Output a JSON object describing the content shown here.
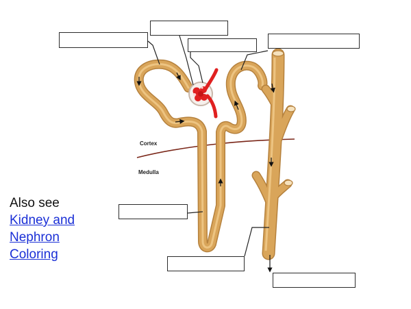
{
  "diagram": {
    "region_labels": {
      "cortex": "Cortex",
      "medulla": "Medulla"
    },
    "colors": {
      "tubule": "#d9a55a",
      "tubule_highlight": "#f1cc8c",
      "tubule_edge": "#b5813d",
      "glomerulus": "#e02020",
      "capsule": "#f6f0ec",
      "boundary": "#7a2618",
      "leader": "#222222"
    },
    "blank_label_boxes": 7
  },
  "side_note": {
    "prefix": "Also see",
    "link_text": "Kidney and Nephron Coloring"
  }
}
